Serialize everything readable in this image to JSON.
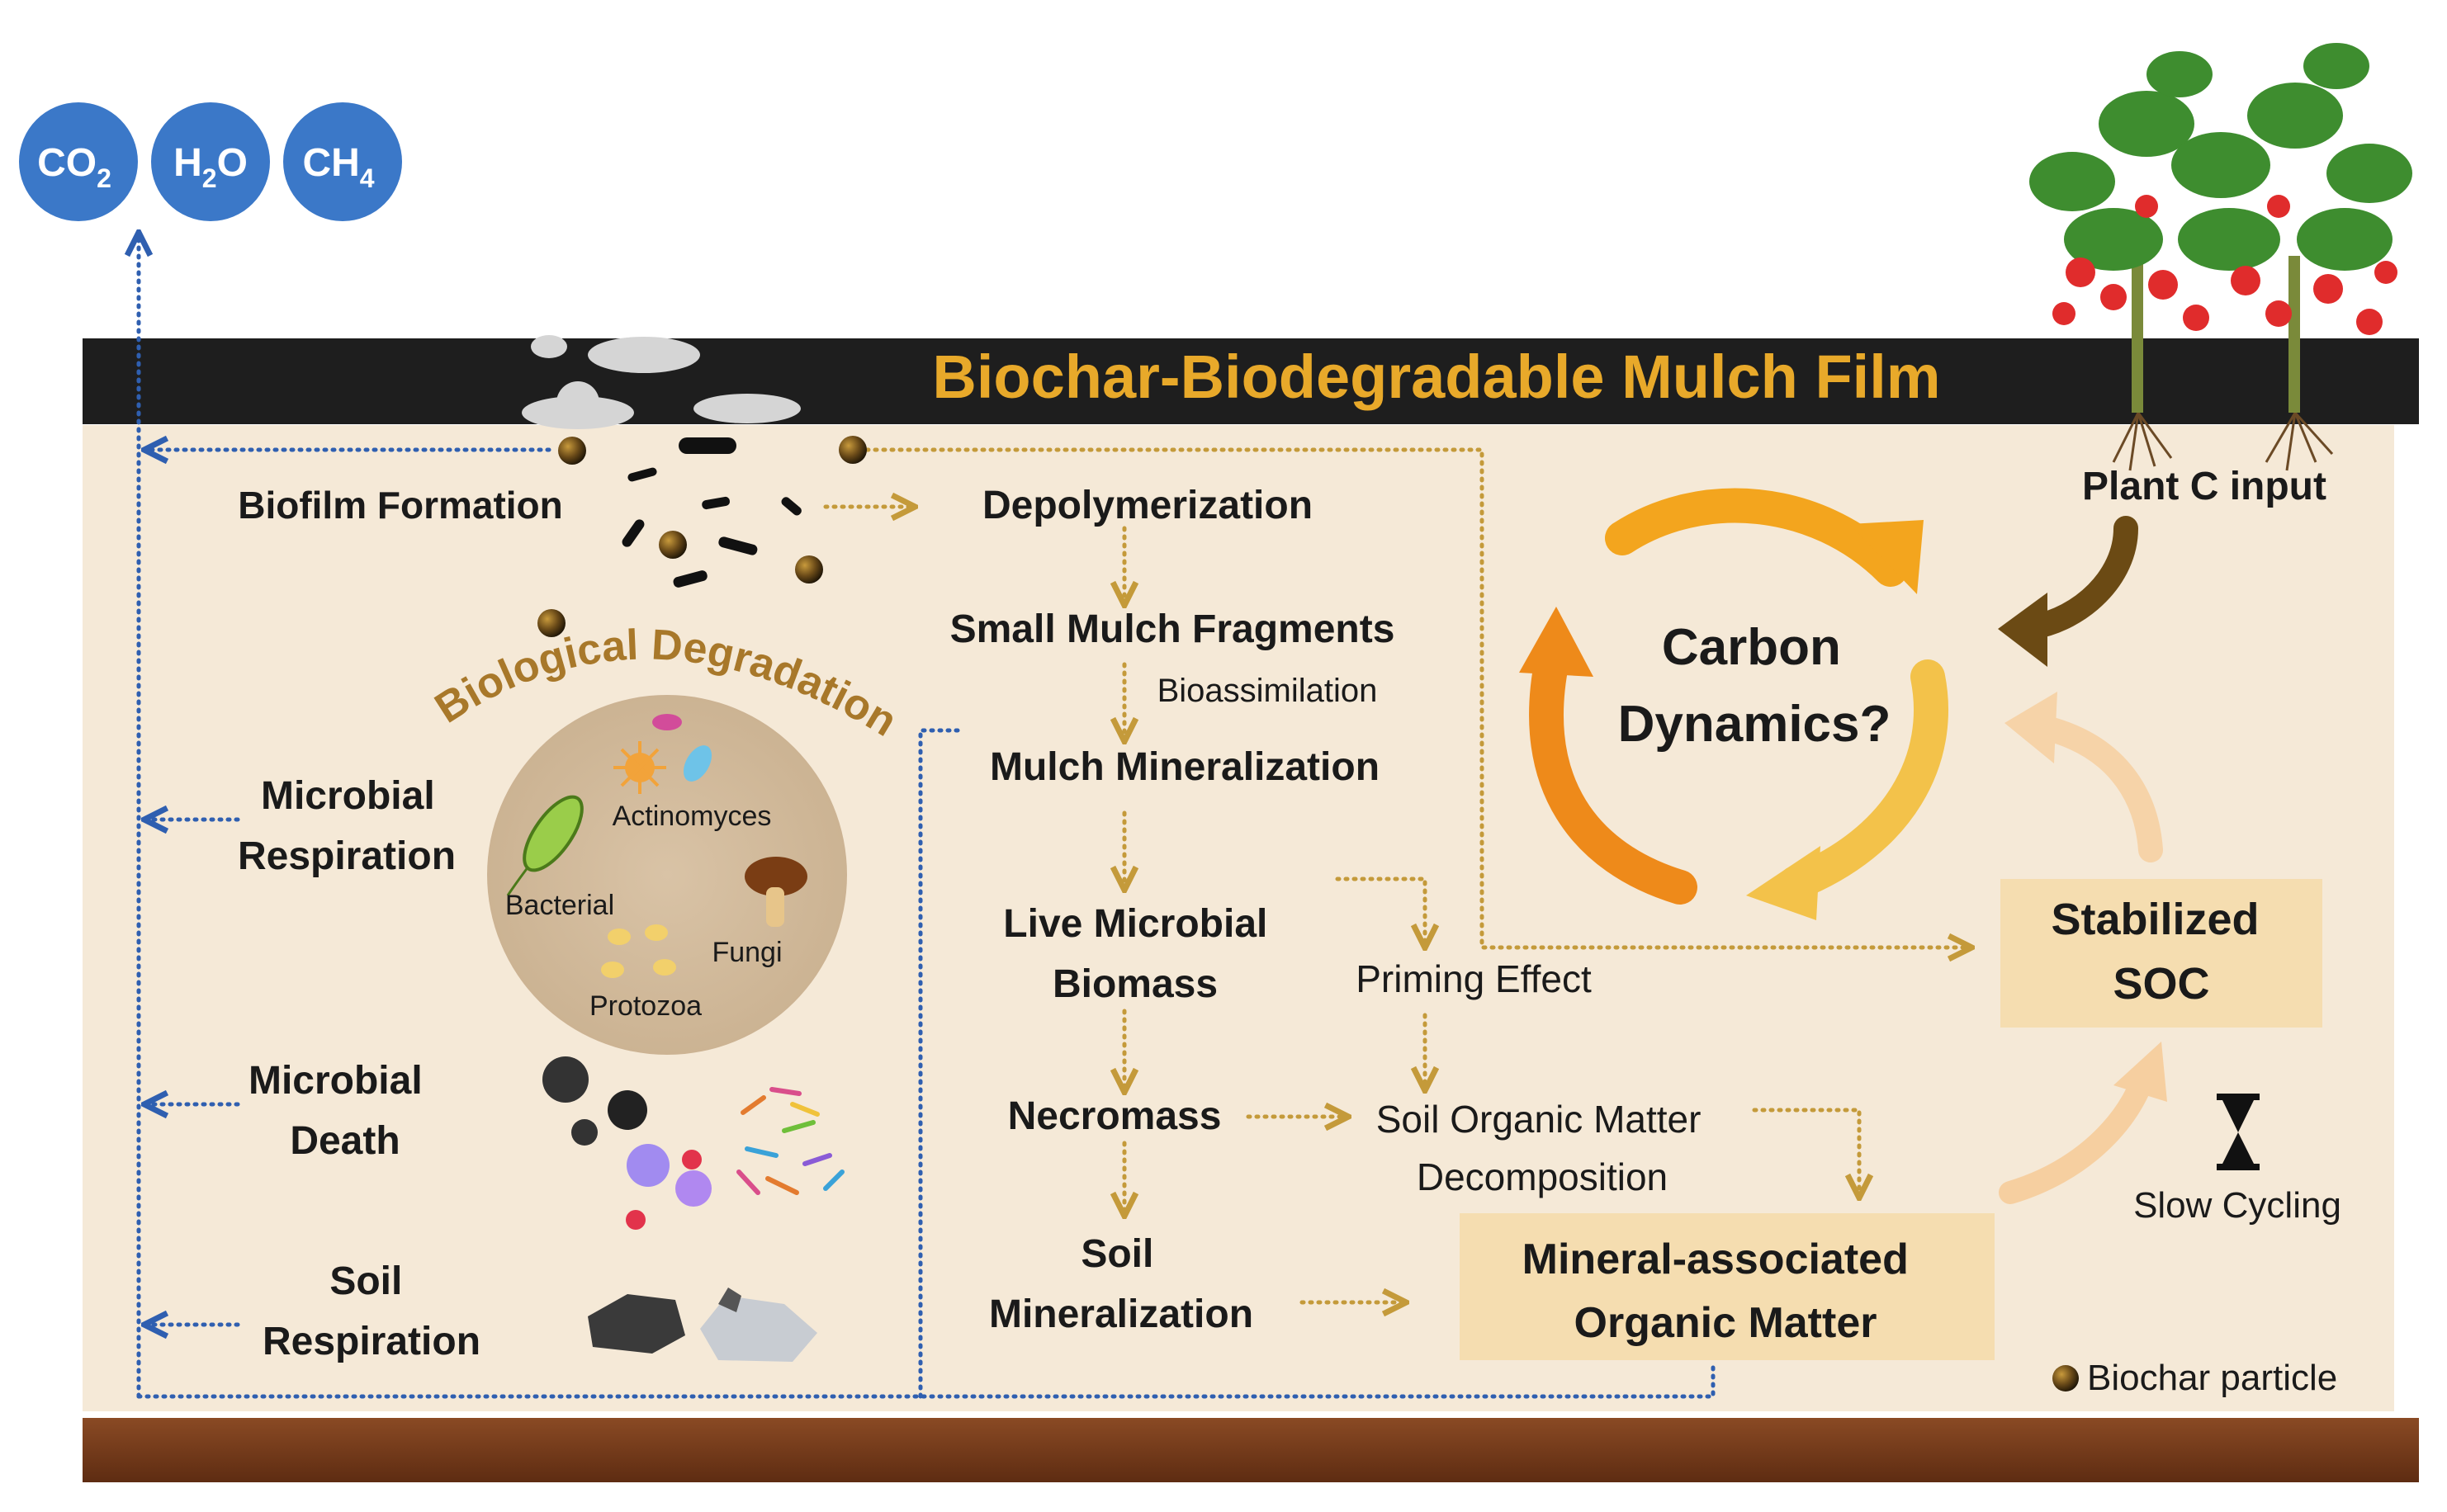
{
  "gases": {
    "co2": {
      "main": "CO",
      "sub": "2"
    },
    "h2o": {
      "main": "H",
      "sub": "2",
      "tail": "O"
    },
    "ch4": {
      "main": "CH",
      "sub": "4"
    }
  },
  "banner": {
    "title": "Biochar-Biodegradable Mulch Film"
  },
  "left": {
    "biofilm": "Biofilm Formation",
    "arc_title": "Biological Degradation",
    "respiration": [
      "Microbial",
      "Respiration"
    ],
    "death": [
      "Microbial",
      "Death"
    ],
    "soil_resp": [
      "Soil",
      "Respiration"
    ]
  },
  "microbes": {
    "actinomyces": "Actinomyces",
    "bacterial": "Bacterial",
    "fungi": "Fungi",
    "protozoa": "Protozoa"
  },
  "center": {
    "depoly": "Depolymerization",
    "fragments": "Small Mulch Fragments",
    "bioassim": "Bioassimilation",
    "mineralization": "Mulch Mineralization",
    "biomass": [
      "Live Microbial",
      "Biomass"
    ],
    "necromass": "Necromass",
    "soil_min": [
      "Soil",
      "Mineralization"
    ]
  },
  "right": {
    "priming": "Priming Effect",
    "som": [
      "Soil Organic Matter",
      "Decomposition"
    ],
    "maom": [
      "Mineral-associated",
      "Organic Matter"
    ],
    "carbon": [
      "Carbon",
      "Dynamics?"
    ],
    "plant": "Plant C input",
    "soc": [
      "Stabilized",
      "SOC"
    ],
    "slow": "Slow Cycling",
    "legend": "Biochar particle"
  },
  "colors": {
    "banner_text": "#E8A92A",
    "gas_fill": "#3B78C8",
    "soil_bg": "#F5E9D7",
    "box_fill": "#F5DDB0",
    "blue_arrow": "#2F5FB0",
    "gold_arrow": "#C49A3A",
    "ground": "#7B3F1E"
  }
}
